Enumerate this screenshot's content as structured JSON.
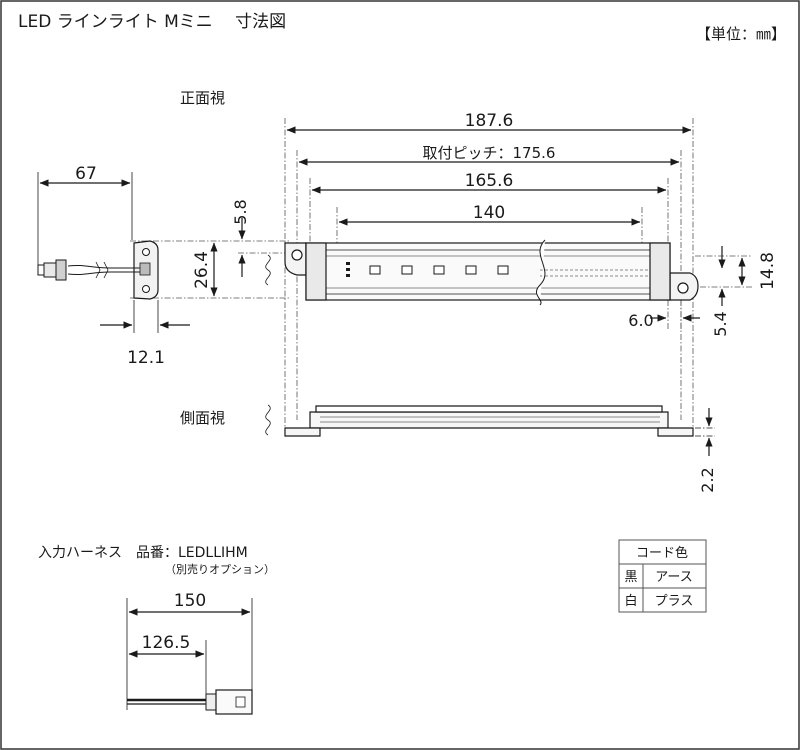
{
  "header": {
    "title": "LED ラインライト Mミニ　 寸法図",
    "unit": "【単位：㎜】"
  },
  "views": {
    "front_label": "正面視",
    "side_label": "側面視"
  },
  "dimensions": {
    "overall_length": "187.6",
    "mount_pitch": "取付ピッチ：175.6",
    "body_length": "165.6",
    "led_span": "140",
    "connector_offset": "67",
    "height": "26.4",
    "hole_top_offset": "5.8",
    "end_width": "12.1",
    "hole_to_end": "6.0",
    "right_hole_offset": "5.4",
    "body_height": "14.8",
    "tab_thickness": "2.2"
  },
  "harness": {
    "label": "入力ハーネス　品番：LEDLLIHM",
    "note": "（別売りオプション）",
    "length_total": "150",
    "length_wire": "126.5"
  },
  "code_table": {
    "header": "コード色",
    "rows": [
      {
        "color": "黒",
        "meaning": "アース"
      },
      {
        "color": "白",
        "meaning": "プラス"
      }
    ]
  }
}
